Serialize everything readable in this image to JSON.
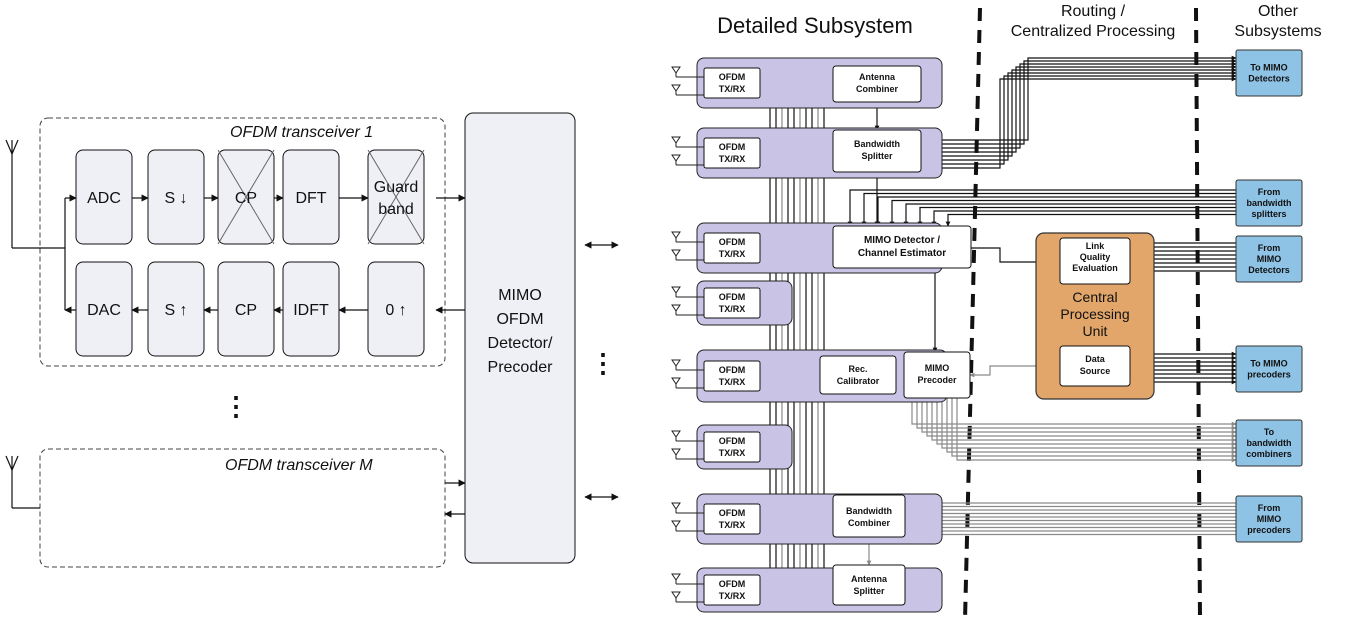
{
  "left": {
    "transceiver1_title": "OFDM transceiver 1",
    "transceiverM_title": "OFDM transceiver M",
    "rx_chain": [
      "ADC",
      "S ↓",
      "CP",
      "DFT",
      "Guard\nband"
    ],
    "tx_chain": [
      "DAC",
      "S ↑",
      "CP",
      "IDFT",
      "0 ↑"
    ],
    "mimo_block": "MIMO\nOFDM\nDetector/\nPrecoder",
    "vdots": "⋮"
  },
  "right": {
    "headers": {
      "detailed": "Detailed Subsystem",
      "routing": "Routing /\nCentralized Processing",
      "other": "Other\nSubsystems"
    },
    "ofdm_label": "OFDM\nTX/RX",
    "blocks": {
      "antenna_combiner": "Antenna\nCombiner",
      "bandwidth_splitter": "Bandwidth\nSplitter",
      "mimo_detector": "MIMO Detector /\nChannel Estimator",
      "rec_calibrator": "Rec.\nCalibrator",
      "mimo_precoder": "MIMO\nPrecoder",
      "bandwidth_combiner": "Bandwidth\nCombiner",
      "antenna_splitter": "Antenna\nSplitter"
    },
    "cpu": {
      "title": "Central\nProcessing\nUnit",
      "link_quality": "Link\nQuality\nEvaluation",
      "data_source": "Data\nSource",
      "color": "#e2a56a"
    },
    "outputs": [
      "To MIMO\nDetectors",
      "From\nbandwidth\nsplitters",
      "From\nMIMO\nDetectors",
      "To MIMO\nprecoders",
      "To\nbandwidth\ncombiners",
      "From\nMIMO\nprecoders"
    ],
    "colors": {
      "ofdm_group": "#c9c4e6",
      "output_box": "#8fc3e6"
    }
  }
}
